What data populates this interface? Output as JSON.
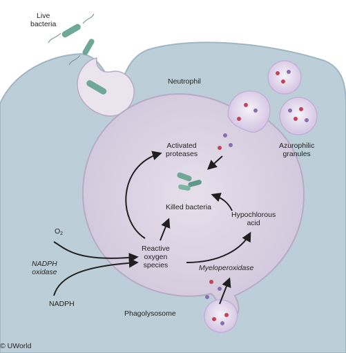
{
  "labels": {
    "live_bacteria_line1": "Live",
    "live_bacteria_line2": "bacteria",
    "neutrophil": "Neutrophil",
    "azurophilic_line1": "Azurophilic",
    "azurophilic_line2": "granules",
    "activated_line1": "Activated",
    "activated_line2": "proteases",
    "killed_bacteria": "Killed bacteria",
    "hypochlorous_line1": "Hypochlorous",
    "hypochlorous_line2": "acid",
    "o2_main": "O",
    "o2_sub": "2",
    "nadph_oxidase_line1": "NADPH",
    "nadph_oxidase_line2": "oxidase",
    "ros_line1": "Reactive",
    "ros_line2": "oxygen",
    "ros_line3": "species",
    "myeloperoxidase": "Myeloperoxidase",
    "nadph": "NADPH",
    "phagolysosome": "Phagolysosome",
    "credit": "© UWorld"
  },
  "colors": {
    "cytoplasm": "#bccfd8",
    "cytoplasm_edge": "#9fb6c2",
    "vacuole": "#dcd4e2",
    "vacuole_edge": "#b8aac6",
    "granule": "#c9b8dc",
    "granule_inner": "#f3eff7",
    "bacteria": "#6fa898",
    "dot_red": "#c0455a",
    "dot_purple": "#8a6fb0",
    "arrow": "#1f1f1f"
  }
}
